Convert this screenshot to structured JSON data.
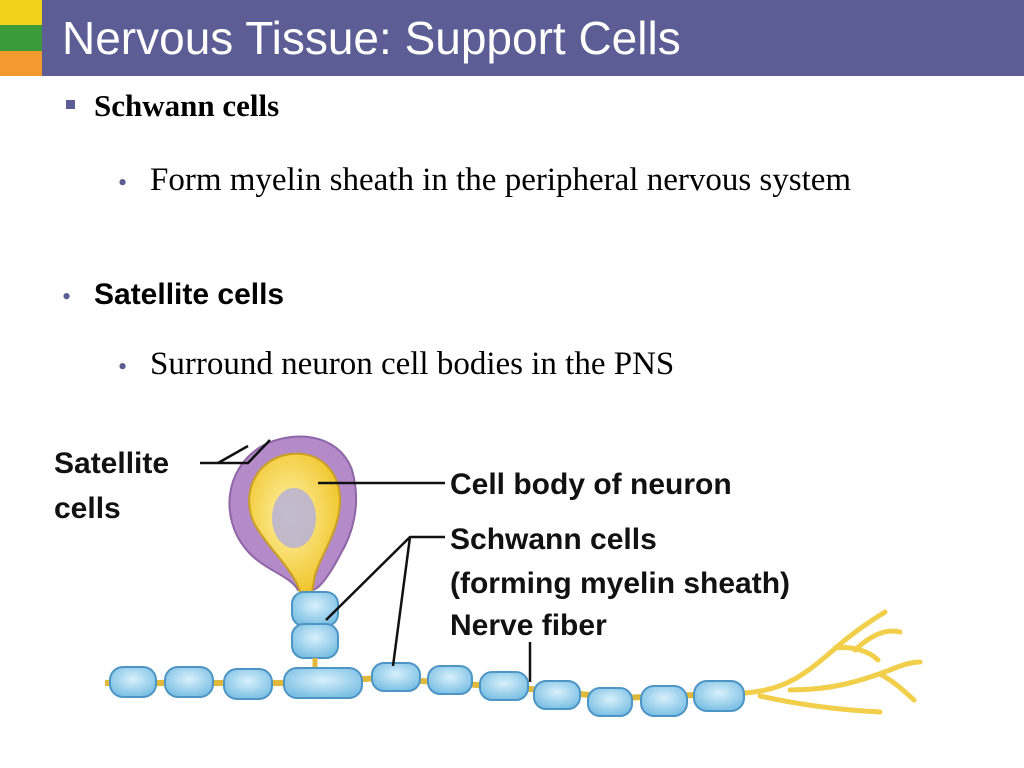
{
  "slide": {
    "title": "Nervous Tissue: Support Cells",
    "bullets": [
      {
        "label": "Schwann cells",
        "sub": [
          "Form myelin sheath in the peripheral nervous system"
        ]
      },
      {
        "label": "Satellite cells",
        "sub": [
          "Surround neuron cell bodies in the PNS"
        ]
      }
    ]
  },
  "diagram": {
    "labels": {
      "satellite_line1": "Satellite",
      "satellite_line2": "cells",
      "cell_body": "Cell body of neuron",
      "schwann_line1": "Schwann cells",
      "schwann_line2": "(forming myelin sheath)",
      "nerve_fiber": "Nerve fiber"
    }
  },
  "colors": {
    "title_bar": "#5b5d94",
    "accent_yellow": "#f3d21b",
    "accent_green": "#3b9b3a",
    "accent_orange": "#f29a2e",
    "satellite_purple": "#b48ac8",
    "neuron_yellow": "#f6d64a",
    "myelin_blue": "#9fd3ee"
  }
}
